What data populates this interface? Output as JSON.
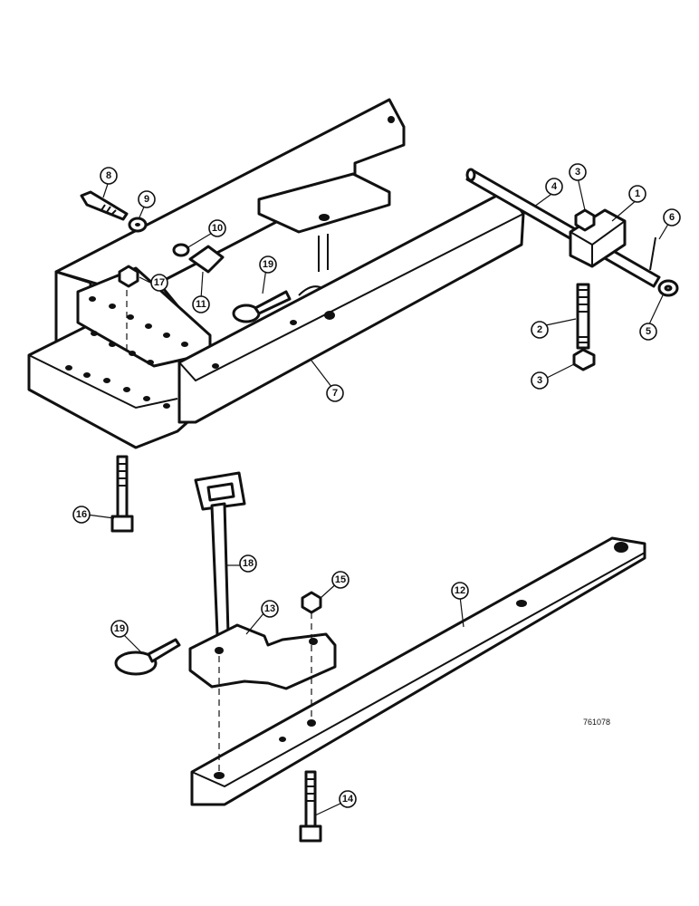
{
  "drawing_code": "761078",
  "callouts": {
    "c1": "1",
    "c2": "2",
    "c3a": "3",
    "c3b": "3",
    "c4": "4",
    "c5": "5",
    "c6": "6",
    "c7": "7",
    "c8": "8",
    "c9": "9",
    "c10": "10",
    "c11": "11",
    "c12": "12",
    "c13": "13",
    "c14": "14",
    "c15": "15",
    "c16": "16",
    "c17": "17",
    "c18": "18",
    "c19a": "19",
    "c19b": "19"
  }
}
